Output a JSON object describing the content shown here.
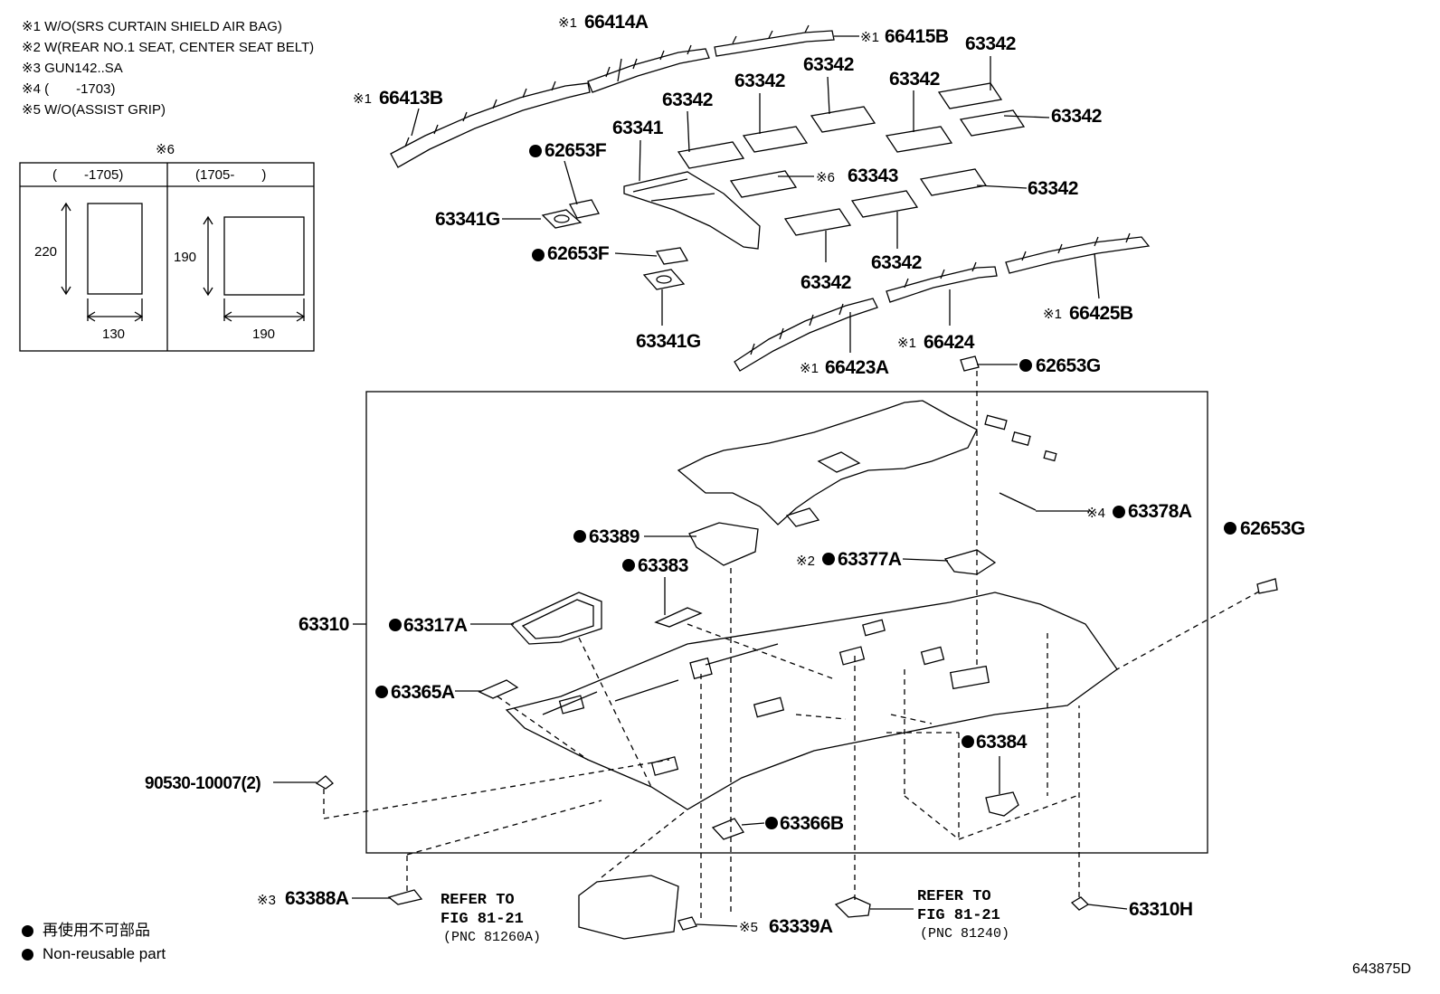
{
  "notes": [
    "※1 W/O(SRS CURTAIN SHIELD AIR BAG)",
    "※2 W(REAR NO.1 SEAT, CENTER SEAT BELT)",
    "※3 GUN142..SA",
    "※4 (　　-1703)",
    "※5 W/O(ASSIST GRIP)"
  ],
  "table": {
    "mark": "※6",
    "col1_header": "(　　-1705)",
    "col2_header": "(1705-　　)",
    "col1_height": "220",
    "col1_width": "130",
    "col2_height": "190",
    "col2_width": "190"
  },
  "parts": {
    "p66414A": "66414A",
    "p66415B": "66415B",
    "p66413B": "66413B",
    "p63342_1": "63342",
    "p63342_2": "63342",
    "p63342_3": "63342",
    "p63342_4": "63342",
    "p63342_5": "63342",
    "p63342_6": "63342",
    "p63342_7": "63342",
    "p63342_8": "63342",
    "p63342_9": "63342",
    "p63341": "63341",
    "p62653F_1": "62653F",
    "p62653F_2": "62653F",
    "p63343": "63343",
    "p63341G_1": "63341G",
    "p63341G_2": "63341G",
    "p66423A": "66423A",
    "p66424": "66424",
    "p66425B": "66425B",
    "p62653G_1": "62653G",
    "p62653G_2": "62653G",
    "p63378A": "63378A",
    "p63389": "63389",
    "p63377A": "63377A",
    "p63383": "63383",
    "p63310": "63310",
    "p63317A": "63317A",
    "p63365A": "63365A",
    "p63384": "63384",
    "p90530": "90530-10007(2)",
    "p63366B": "63366B",
    "p63388A": "63388A",
    "p63339A": "63339A",
    "p63310H": "63310H"
  },
  "marks": {
    "m1": "※1",
    "m2": "※2",
    "m3": "※3",
    "m4": "※4",
    "m5": "※5",
    "m6": "※6"
  },
  "refs": {
    "ref_to": "REFER TO",
    "fig1": "FIG 81-21",
    "pnc1": "(PNC 81260A)",
    "fig2": "FIG 81-21",
    "pnc2": "(PNC 81240)"
  },
  "legend": {
    "jp": "再使用不可部品",
    "en": "Non-reusable part"
  },
  "illustration_id": "643875D"
}
